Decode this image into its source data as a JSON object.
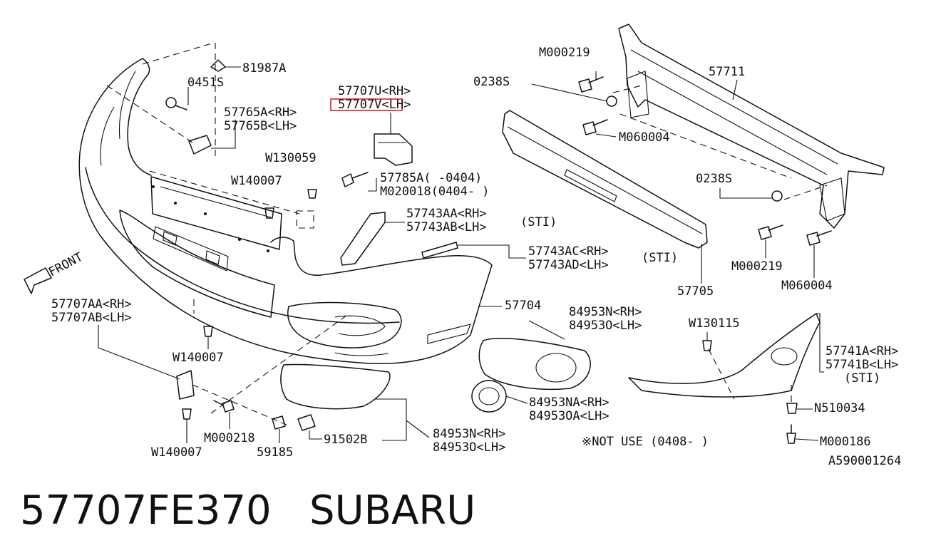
{
  "diagram": {
    "labels": {
      "p81987A": "81987A",
      "p0451S": "0451S",
      "p57765A": "57765A<RH>",
      "p57765B": "57765B<LH>",
      "p57707U": "57707U<RH>",
      "p57707V": "57707V<LH>",
      "pW130059": "W130059",
      "pW140007a": "W140007",
      "p57785A": "57785A(   -0404)",
      "pM020018": "M020018(0404-   )",
      "p57743AA": "57743AA<RH>",
      "p57743AB": "57743AB<LH>",
      "sti1": "(STI)",
      "p57743AC": "57743AC<RH>",
      "p57743AD": "57743AD<LH>",
      "sti2": "(STI)",
      "front": "FRONT",
      "p57707AA": "57707AA<RH>",
      "p57707AB": "57707AB<LH>",
      "p57704": "57704",
      "pW140007b": "W140007",
      "pM000218": "M000218",
      "pW140007c": "W140007",
      "p59185": "59185",
      "p91502B": "91502B",
      "p84953N_a": "84953N<RH>",
      "p84953O_a": "84953O<LH>",
      "p84953N_b": "84953N<RH>",
      "p84953O_b": "84953O<LH>",
      "p84953NA": "84953NA<RH>",
      "p84953OA": "84953OA<LH>",
      "pM000219a": "M000219",
      "p0238Sa": "0238S",
      "p57711": "57711",
      "pM060004a": "M060004",
      "p0238Sb": "0238S",
      "pM000219b": "M000219",
      "pM060004b": "M060004",
      "p57705": "57705",
      "pW130115": "W130115",
      "p57741A": "57741A<RH>",
      "p57741B": "57741B<LH>",
      "sti3": "(STI)",
      "pN510034": "N510034",
      "pM000186": "M000186",
      "notuse": "※NOT USE (0408-     )",
      "figcode": "A590001264"
    },
    "highlighted_part": "57707V<LH>",
    "highlight_color": "#e0202a"
  },
  "caption": {
    "part_number": "57707FE370",
    "brand": "SUBARU"
  }
}
